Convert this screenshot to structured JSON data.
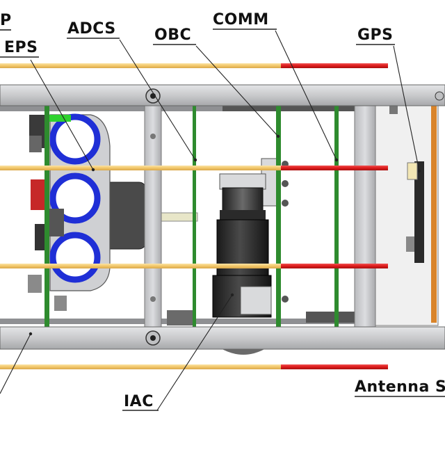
{
  "labels": {
    "p": "P",
    "eps": "EPS",
    "adcs": "ADCS",
    "obc": "OBC",
    "comm": "COMM",
    "gps": "GPS",
    "iac": "IAC",
    "antenna": "Antenna S"
  },
  "colors": {
    "rod_yellow": "#f2c76a",
    "rod_red": "#dd1c1c",
    "pcb_green": "#2e8b2e",
    "frame_gray": "#c9cacc",
    "coil_blue": "#1f2fd6",
    "bracket_orange": "#d9842a"
  }
}
